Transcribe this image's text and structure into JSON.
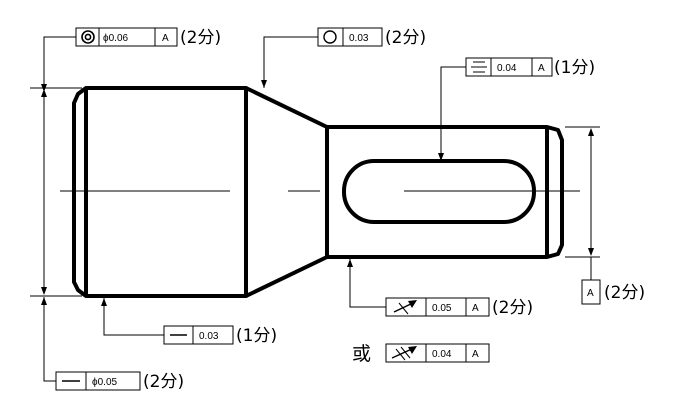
{
  "datum": "A",
  "callouts": {
    "coaxiality": {
      "symbol": "coaxiality-icon",
      "tolerance": "ϕ0.06",
      "datum": "A",
      "score": "(2分)"
    },
    "roundness": {
      "symbol": "circularity-icon",
      "tolerance": "0.03",
      "score": "(2分)"
    },
    "symmetry": {
      "symbol": "symmetry-icon",
      "tolerance": "0.04",
      "datum": "A",
      "score": "(1分)"
    },
    "straightness_surface": {
      "symbol": "straightness-icon",
      "tolerance": "0.03",
      "score": "(1分)"
    },
    "straightness_axis": {
      "symbol": "straightness-icon",
      "tolerance": "ϕ0.05",
      "score": "(2分)"
    },
    "circular_runout": {
      "symbol": "circular-runout-icon",
      "tolerance": "0.05",
      "datum": "A",
      "score": "(2分)"
    },
    "total_runout": {
      "prefix": "或",
      "symbol": "total-runout-icon",
      "tolerance": "0.04",
      "datum": "A"
    },
    "datum_feature": {
      "letter": "A",
      "score": "(2分)"
    }
  }
}
